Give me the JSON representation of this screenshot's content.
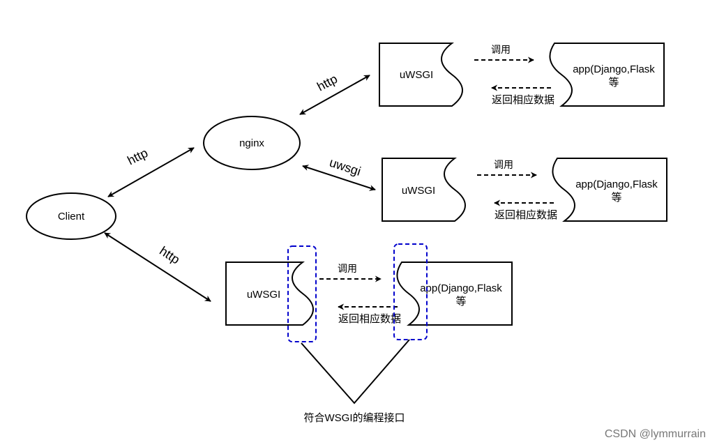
{
  "nodes": {
    "client": "Client",
    "nginx": "nginx"
  },
  "edges": {
    "client_nginx": "http",
    "nginx_uwsgi_top": "http",
    "nginx_uwsgi_mid": "uwsgi",
    "client_uwsgi_bottom": "http"
  },
  "stacks": [
    {
      "server": "uWSGI",
      "app_line1": "app(Django,Flask",
      "app_line2": "等",
      "call": "调用",
      "return": "返回相应数据"
    },
    {
      "server": "uWSGI",
      "app_line1": "app(Django,Flask",
      "app_line2": "等",
      "call": "调用",
      "return": "返回相应数据"
    },
    {
      "server": "uWSGI",
      "app_line1": "app(Django,Flask",
      "app_line2": "等",
      "call": "调用",
      "return": "返回相应数据"
    }
  ],
  "interface_caption": "符合WSGI的编程接口",
  "watermark": "CSDN @lymmurrain",
  "colors": {
    "stroke": "#000000",
    "highlight": "#0000cc"
  }
}
